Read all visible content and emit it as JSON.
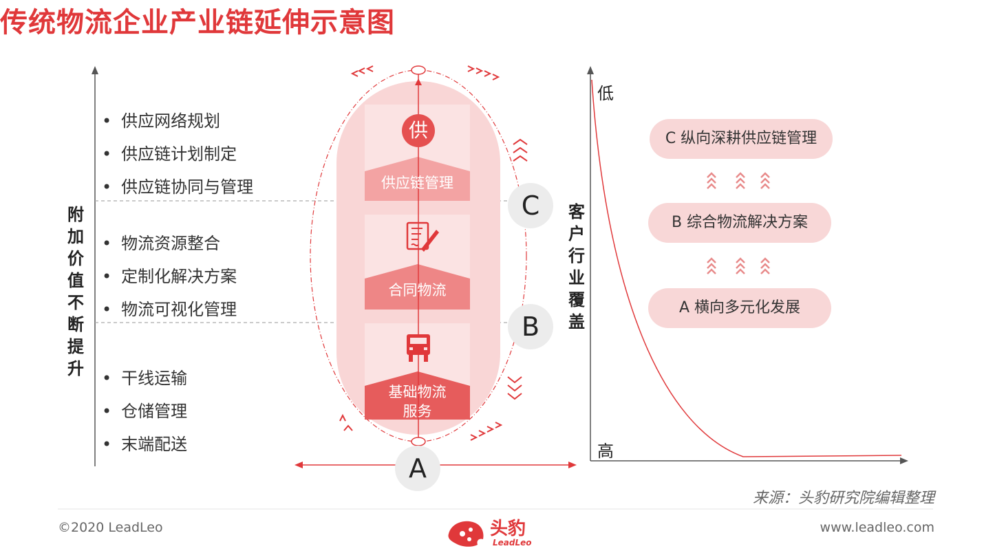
{
  "title": "传统物流企业产业链延伸示意图",
  "left_axis_label": "附加价值不断提升",
  "groups": [
    {
      "items": [
        "供应网络规划",
        "供应链计划制定",
        "供应链协同与管理"
      ]
    },
    {
      "items": [
        "物流资源整合",
        "定制化解决方案",
        "物流可视化管理"
      ]
    },
    {
      "items": [
        "干线运输",
        "仓储管理",
        "末端配送"
      ]
    }
  ],
  "stages": [
    {
      "label": "供应链管理",
      "icon": "gong-char-icon",
      "icon_char": "供"
    },
    {
      "label": "合同物流",
      "icon": "contract-document-icon"
    },
    {
      "label": "基础物流服务",
      "icon": "truck-icon"
    }
  ],
  "markers": {
    "c": "C",
    "b": "B",
    "a": "A"
  },
  "right_axis_label": "客户行业覆盖",
  "right_axis_low": "低",
  "right_axis_high": "高",
  "strategies": [
    "C 纵向深耕供应链管理",
    "B 综合物流解决方案",
    "A 横向多元化发展"
  ],
  "source": "来源：头豹研究院编辑整理",
  "footer": {
    "copyright": "©2020 LeadLeo",
    "website": "www.leadleo.com",
    "logo_text": "头豹",
    "logo_sub": "LeadLeo"
  },
  "colors": {
    "accent": "#e0383a",
    "pill": "#f8d7d7",
    "capsule": "#f9d6d6"
  }
}
